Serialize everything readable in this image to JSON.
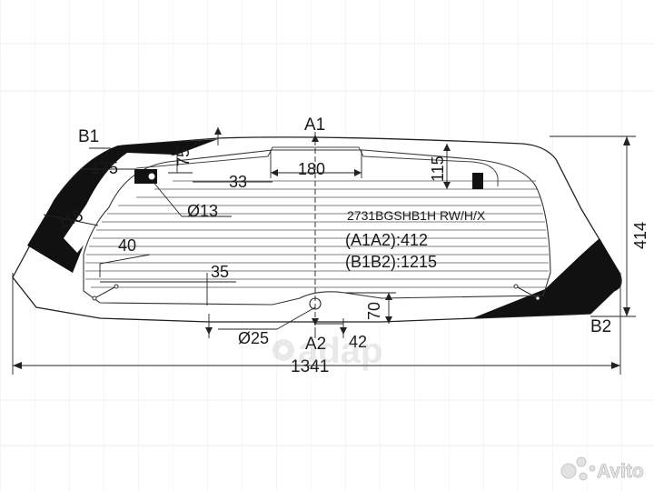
{
  "points": {
    "a1": "A1",
    "b1": "B1",
    "a2": "A2",
    "b2": "B2"
  },
  "dimensions": {
    "d175": "175",
    "d75": "75",
    "d180": "180",
    "d115_right": "115",
    "d33": "33",
    "d13": "Ø13",
    "d115_left": "115",
    "d40": "40",
    "d35": "35",
    "d70": "70",
    "d25": "Ø25",
    "d42": "42",
    "height": "414",
    "width": "1341"
  },
  "spec": {
    "code": "2731BGSHB1H RW/H/X",
    "a1a2": "(A1A2):412",
    "b1b2": "(B1B2):1215"
  },
  "watermarks": {
    "center": "adap",
    "corner": "Avito"
  },
  "colors": {
    "line": "#222222",
    "fill_dark": "#111111",
    "grid": "#e3e3e3"
  }
}
